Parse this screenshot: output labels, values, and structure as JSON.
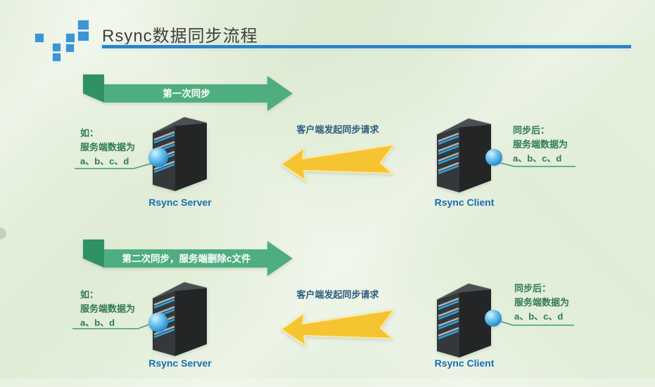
{
  "page": {
    "title": "Rsync数据同步流程"
  },
  "colors": {
    "accent_blue": "#2e86c4",
    "square_blue": "#3e93d3",
    "banner_green": "#4fae80",
    "banner_fold_green": "#2f9164",
    "arrow_yellow": "#f6c430",
    "note_green": "#2f7a52",
    "label_blue": "#1b6cb5",
    "caption_blue": "#2b5d7e",
    "background_green": "#e4efdb"
  },
  "flows": [
    {
      "banner": "第一次同步",
      "left_note": {
        "line1": "如：",
        "line2": "服务端数据为",
        "line3": "a、b、c、d"
      },
      "arrow_caption": "客户端发起同步请求",
      "server_label": "Rsync Server",
      "client_label": "Rsync Client",
      "right_note": {
        "line1": "同步后：",
        "line2": "服务端数据为",
        "line3": "a、b、c、d"
      }
    },
    {
      "banner": "第二次同步，服务端删除c文件",
      "left_note": {
        "line1": "如：",
        "line2": "服务端数据为",
        "line3": "a、b、d"
      },
      "arrow_caption": "客户端发起同步请求",
      "server_label": "Rsync Server",
      "client_label": "Rsync Client",
      "right_note": {
        "line1": "同步后：",
        "line2": "服务端数据为",
        "line3": "a、b、c、d"
      }
    }
  ]
}
